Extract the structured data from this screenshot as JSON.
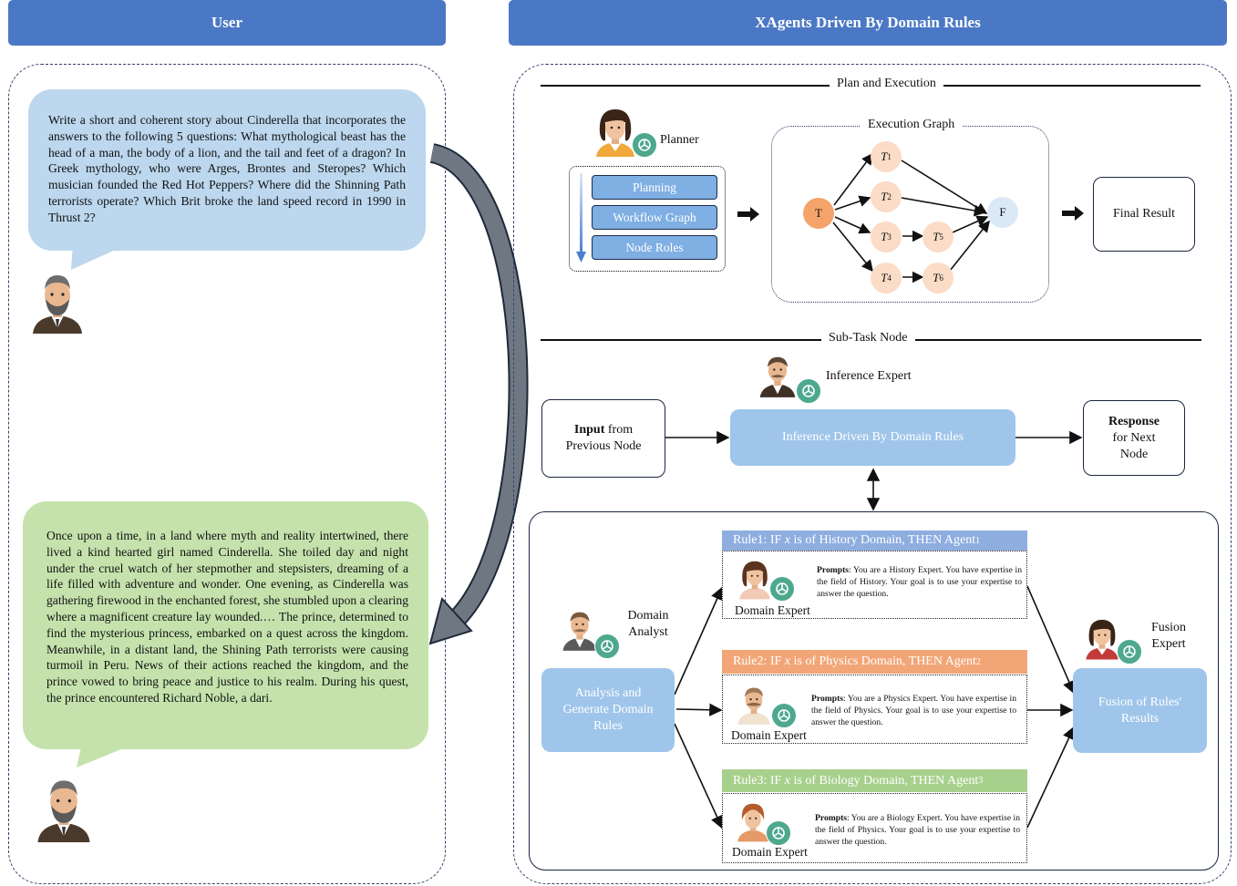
{
  "headers": {
    "user": "User",
    "xagents": "XAgents Driven By Domain Rules"
  },
  "user_question": "Write a short and coherent story about Cinderella that incorporates the answers to the following 5 questions: What mythological beast has the head of a man, the body of a lion, and the tail and feet of a dragon? In Greek mythology, who were Arges, Brontes and Steropes? Which musician founded the Red Hot Peppers? Where did the Shinning Path terrorists operate? Which Brit broke the land speed record in 1990 in Thrust 2?",
  "story_answer": "Once upon a time, in a land where myth and reality intertwined, there lived a kind hearted girl named Cinderella. She toiled day and night under the cruel watch of her stepmother and stepsisters, dreaming of a life filled with adventure and wonder. One evening, as Cinderella was gathering firewood in the enchanted forest, she stumbled upon a clearing where a magnificent creature lay wounded.… The prince, determined to find the mysterious princess, embarked on a quest across the kingdom. Meanwhile, in a distant land, the Shining Path terrorists were causing turmoil in Peru. News of their actions reached the kingdom, and the prince vowed to bring peace and justice to his realm. During his quest, the prince encountered Richard Noble, a dari.",
  "plan": {
    "section_title": "Plan and Execution",
    "planner_label": "Planner",
    "steps": [
      "Planning",
      "Workflow Graph",
      "Node Roles"
    ],
    "graph_title": "Execution Graph",
    "start_node": "T",
    "end_node": "F",
    "tasks": [
      {
        "base": "T",
        "sub": "1"
      },
      {
        "base": "T",
        "sub": "2"
      },
      {
        "base": "T",
        "sub": "3"
      },
      {
        "base": "T",
        "sub": "4"
      },
      {
        "base": "T",
        "sub": "5"
      },
      {
        "base": "T",
        "sub": "6"
      }
    ],
    "final_result": "Final Result"
  },
  "subtask": {
    "section_title": "Sub-Task Node",
    "inference_expert_label": "Inference Expert",
    "input_bold": "Input",
    "input_rest": " from Previous Node",
    "inference_box": "Inference Driven By Domain Rules",
    "response_bold": "Response",
    "response_rest": "for Next Node",
    "domain_analyst_label": "Domain Analyst",
    "analysis_box": "Analysis and Generate Domain Rules",
    "fusion_expert_label": "Fusion Expert",
    "fusion_box": "Fusion of Rules' Results",
    "rules": [
      {
        "head": "Rule1:  IF x is of History Domain, THEN Agent",
        "sub": "1",
        "color": "#8eaee0",
        "prompt_bold": "Prompts",
        "prompt": ": You are a History Expert. You have expertise in the field of History. Your goal is to use your expertise to answer the question.",
        "expert": "Domain Expert"
      },
      {
        "head": "Rule2:  IF x is of Physics Domain, THEN Agent",
        "sub": "2",
        "color": "#f2a677",
        "prompt_bold": "Prompts",
        "prompt": ": You are a Physics Expert. You have expertise in the field of Physics. Your goal is to use your expertise to answer the question.",
        "expert": "Domain Expert"
      },
      {
        "head": "Rule3:  IF x is of Biology Domain, THEN Agent",
        "sub": "3",
        "color": "#a8d08d",
        "prompt_bold": "Prompts",
        "prompt": ": You are a Biology Expert. You have expertise in the field of Physics. Your goal is to use your expertise to answer the question.",
        "expert": "Domain Expert"
      }
    ]
  }
}
